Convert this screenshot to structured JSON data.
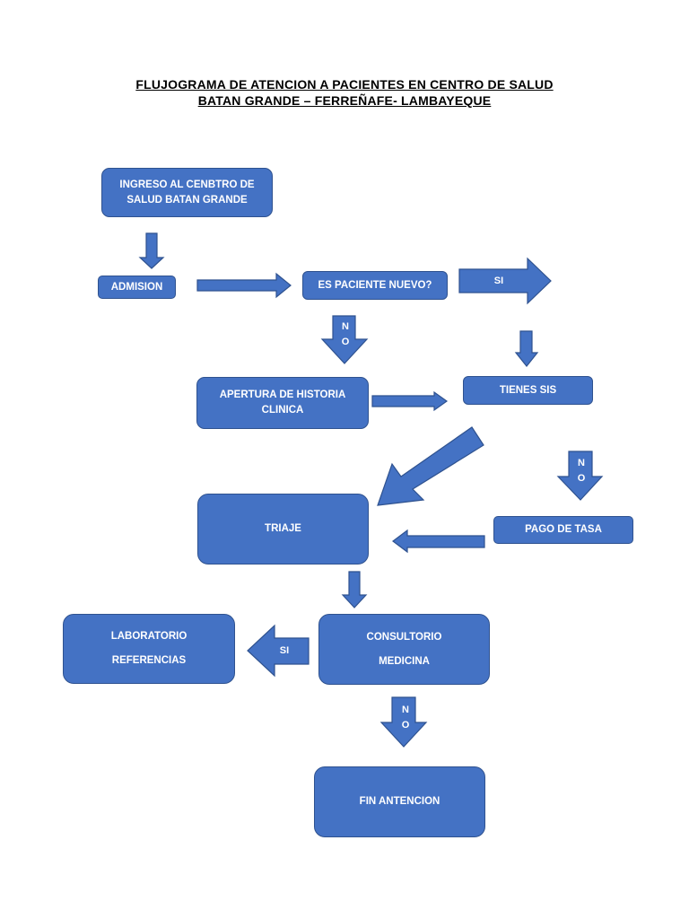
{
  "title": {
    "line1": "FLUJOGRAMA DE ATENCION A PACIENTES EN CENTRO DE SALUD",
    "line2": "BATAN GRANDE – FERREÑAFE- LAMBAYEQUE"
  },
  "colors": {
    "fill": "#4472c4",
    "border": "#2f528f",
    "text": "#ffffff"
  },
  "nodes": {
    "ingreso": [
      "INGRESO AL CENBTRO DE",
      "SALUD BATAN GRANDE"
    ],
    "admision": [
      "ADMISION"
    ],
    "paciente_nuevo": [
      "ES PACIENTE NUEVO?"
    ],
    "apertura": [
      "APERTURA DE HISTORIA",
      "CLINICA"
    ],
    "tienes_sis": [
      "TIENES SIS"
    ],
    "triaje": [
      "TRIAJE"
    ],
    "pago_tasa": [
      "PAGO DE TASA"
    ],
    "laboratorio": [
      "LABORATORIO",
      "REFERENCIAS"
    ],
    "consultorio": [
      "CONSULTORIO",
      "MEDICINA"
    ],
    "fin": [
      "FIN ANTENCION"
    ]
  },
  "arrow_labels": {
    "si_top": "SI",
    "no_paciente_n": "N",
    "no_paciente_o": "O",
    "no_sis_n": "N",
    "no_sis_o": "O",
    "si_lab": "SI",
    "no_consult_n": "N",
    "no_consult_o": "O"
  }
}
